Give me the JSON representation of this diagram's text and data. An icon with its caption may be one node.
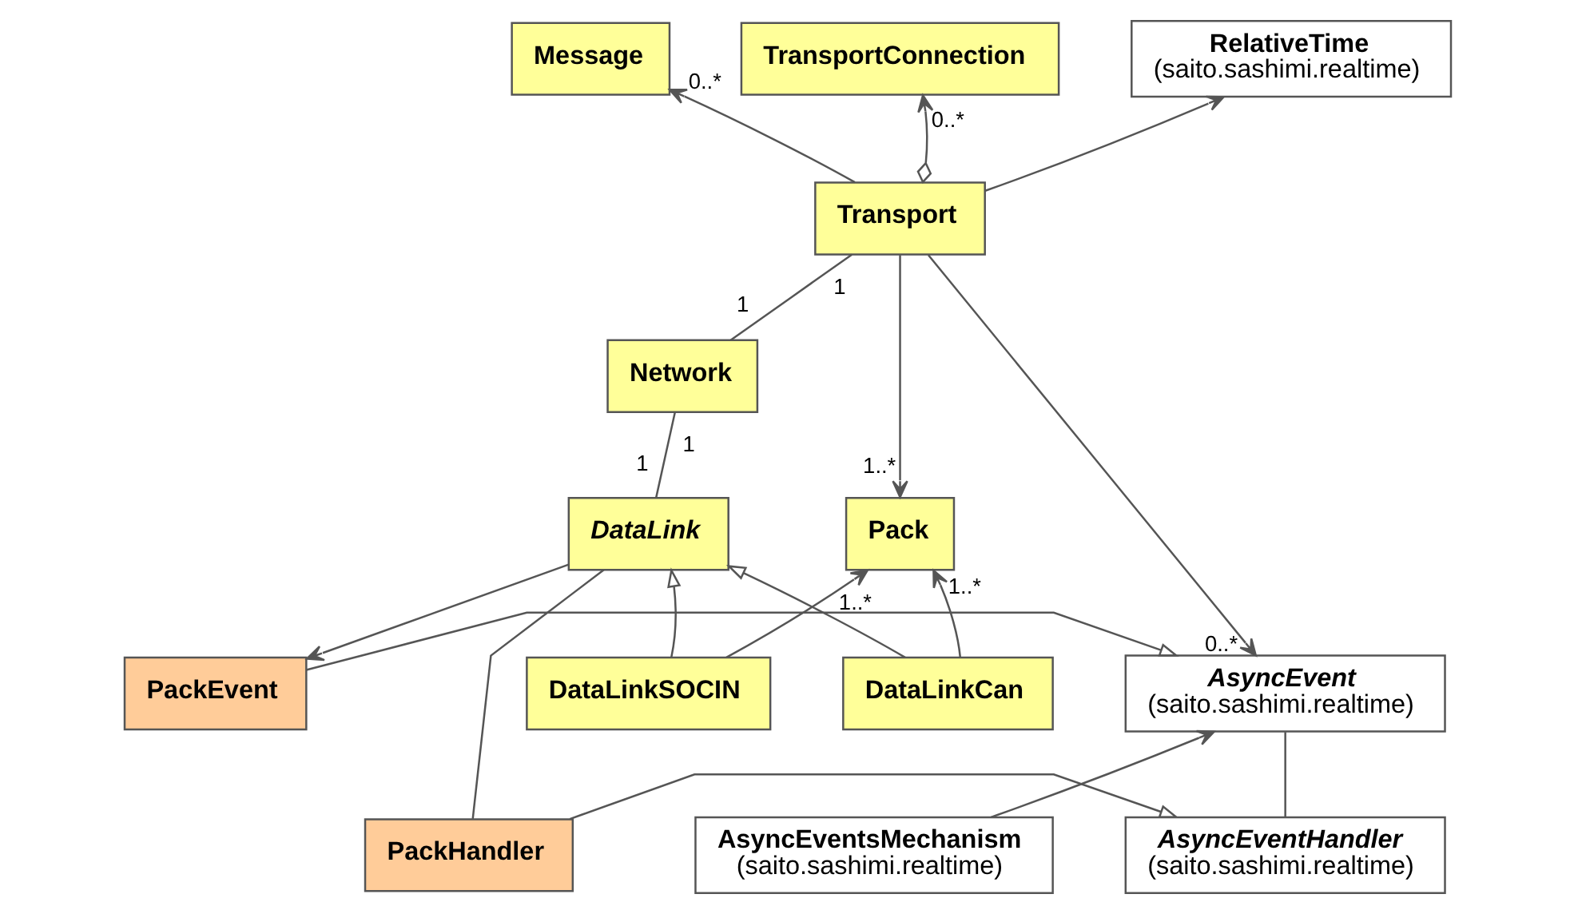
{
  "diagram": {
    "nodes": [
      {
        "text": [
          "Message"
        ]
      },
      {
        "text": [
          "TransportConnection"
        ]
      },
      {
        "text": [
          "RelativeTime",
          "(saito.sashimi.realtime)"
        ]
      },
      {
        "text": [
          "Transport"
        ]
      },
      {
        "text": [
          "AsyncEvent",
          "(saito.sashimi.realtime)"
        ]
      },
      {
        "text": [
          "Network"
        ]
      },
      {
        "text": [
          "PackEvent"
        ]
      },
      {
        "text": [
          "Pack"
        ]
      },
      {
        "text": [
          "DataLink"
        ]
      },
      {
        "text": [
          "PackHandler"
        ]
      },
      {
        "text": [
          "AsyncEventHandler",
          "(saito.sashimi.realtime)"
        ]
      },
      {
        "text": [
          "DataLinkSOCIN"
        ]
      },
      {
        "text": [
          "AsyncEventsMechanism",
          "(saito.sashimi.realtime)"
        ]
      },
      {
        "text": [
          "DataLinkCan"
        ]
      }
    ],
    "edges": [
      {
        "from": 3,
        "to": 0,
        "arrow": "to",
        "label": "0..*"
      },
      {
        "from": 3,
        "to": 1,
        "arrow": "to",
        "label": "0..*"
      },
      {
        "from": 3,
        "to": 2,
        "arrow": "to"
      },
      {
        "from": 3,
        "to": 4,
        "arrow": "to",
        "label": "0..*"
      },
      {
        "from": 3,
        "to": 7,
        "arrow": "to",
        "label": "1..*"
      },
      {
        "from": 3,
        "to": 5,
        "arrow": "none",
        "label": "1"
      },
      {
        "from": 5,
        "to": 8,
        "arrow": "none",
        "label": "1"
      },
      {
        "from": 8,
        "to": 6,
        "arrow": "to"
      },
      {
        "from": 8,
        "to": 9,
        "arrow": "none"
      },
      {
        "from": 6,
        "to": 4,
        "arrow": "to"
      },
      {
        "from": 9,
        "to": 10,
        "arrow": "to"
      },
      {
        "from": 4,
        "to": 10,
        "arrow": "none"
      },
      {
        "from": 12,
        "to": 4,
        "arrow": "to"
      },
      {
        "from": 11,
        "to": 8,
        "arrow": "to"
      },
      {
        "from": 13,
        "to": 8,
        "arrow": "to"
      },
      {
        "from": 11,
        "to": 7,
        "arrow": "to",
        "label": "1..*"
      },
      {
        "from": 13,
        "to": 7,
        "arrow": "to",
        "label": "1..*"
      }
    ],
    "labels": [
      "1",
      "1"
    ]
  }
}
